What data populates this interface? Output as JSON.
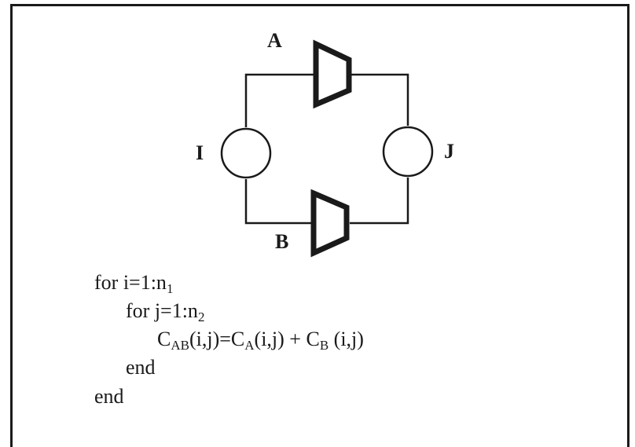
{
  "diagram": {
    "nodes": {
      "i": "I",
      "j": "J"
    },
    "links": {
      "a": "A",
      "b": "B"
    }
  },
  "code": {
    "line1": {
      "text": "for i=1:n",
      "sub": "1"
    },
    "line2": {
      "text": "for j=1:n",
      "sub": "2"
    },
    "line3": {
      "c": "C",
      "ab_sub": "AB",
      "args1": "(i,j)=C",
      "a_sub": "A",
      "args2": "(i,j) + C",
      "b_sub": "B",
      "args3": " (i,j)"
    },
    "line4": "end",
    "line5": "end"
  }
}
